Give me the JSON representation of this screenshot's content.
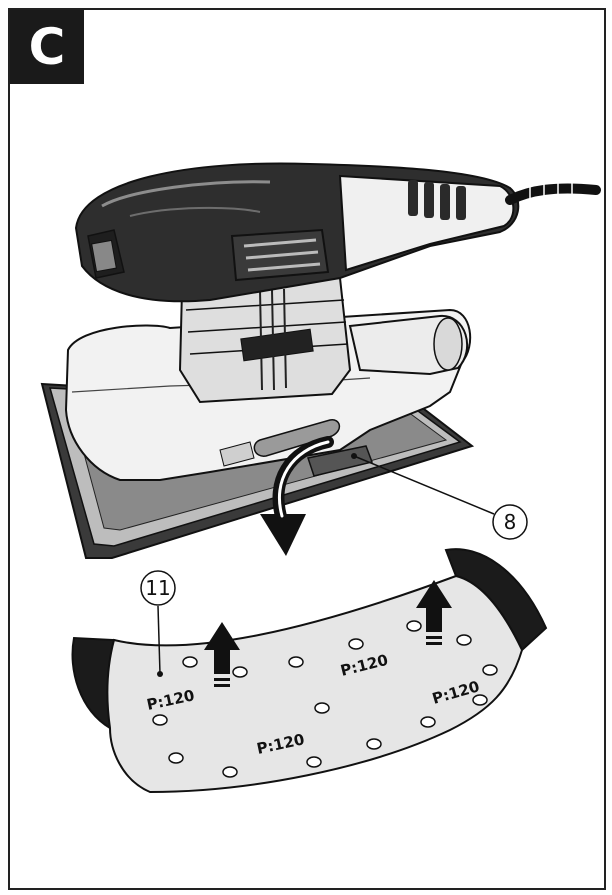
{
  "figure": {
    "corner_label": "C",
    "callouts": [
      {
        "id": "dust-extraction-adapter",
        "number": "8"
      },
      {
        "id": "sanding-sheet",
        "number": "11"
      }
    ],
    "paper_grit_labels": [
      "P:120",
      "P:120",
      "P:120",
      "P:120"
    ]
  },
  "colors": {
    "ink": "#111111",
    "tool_dark": "#2a2a2a",
    "tool_mid": "#5a5a5a",
    "tool_light": "#e9e9e9",
    "paper_fill": "#e6e6e6",
    "paper_curl": "#1b1b1b"
  }
}
